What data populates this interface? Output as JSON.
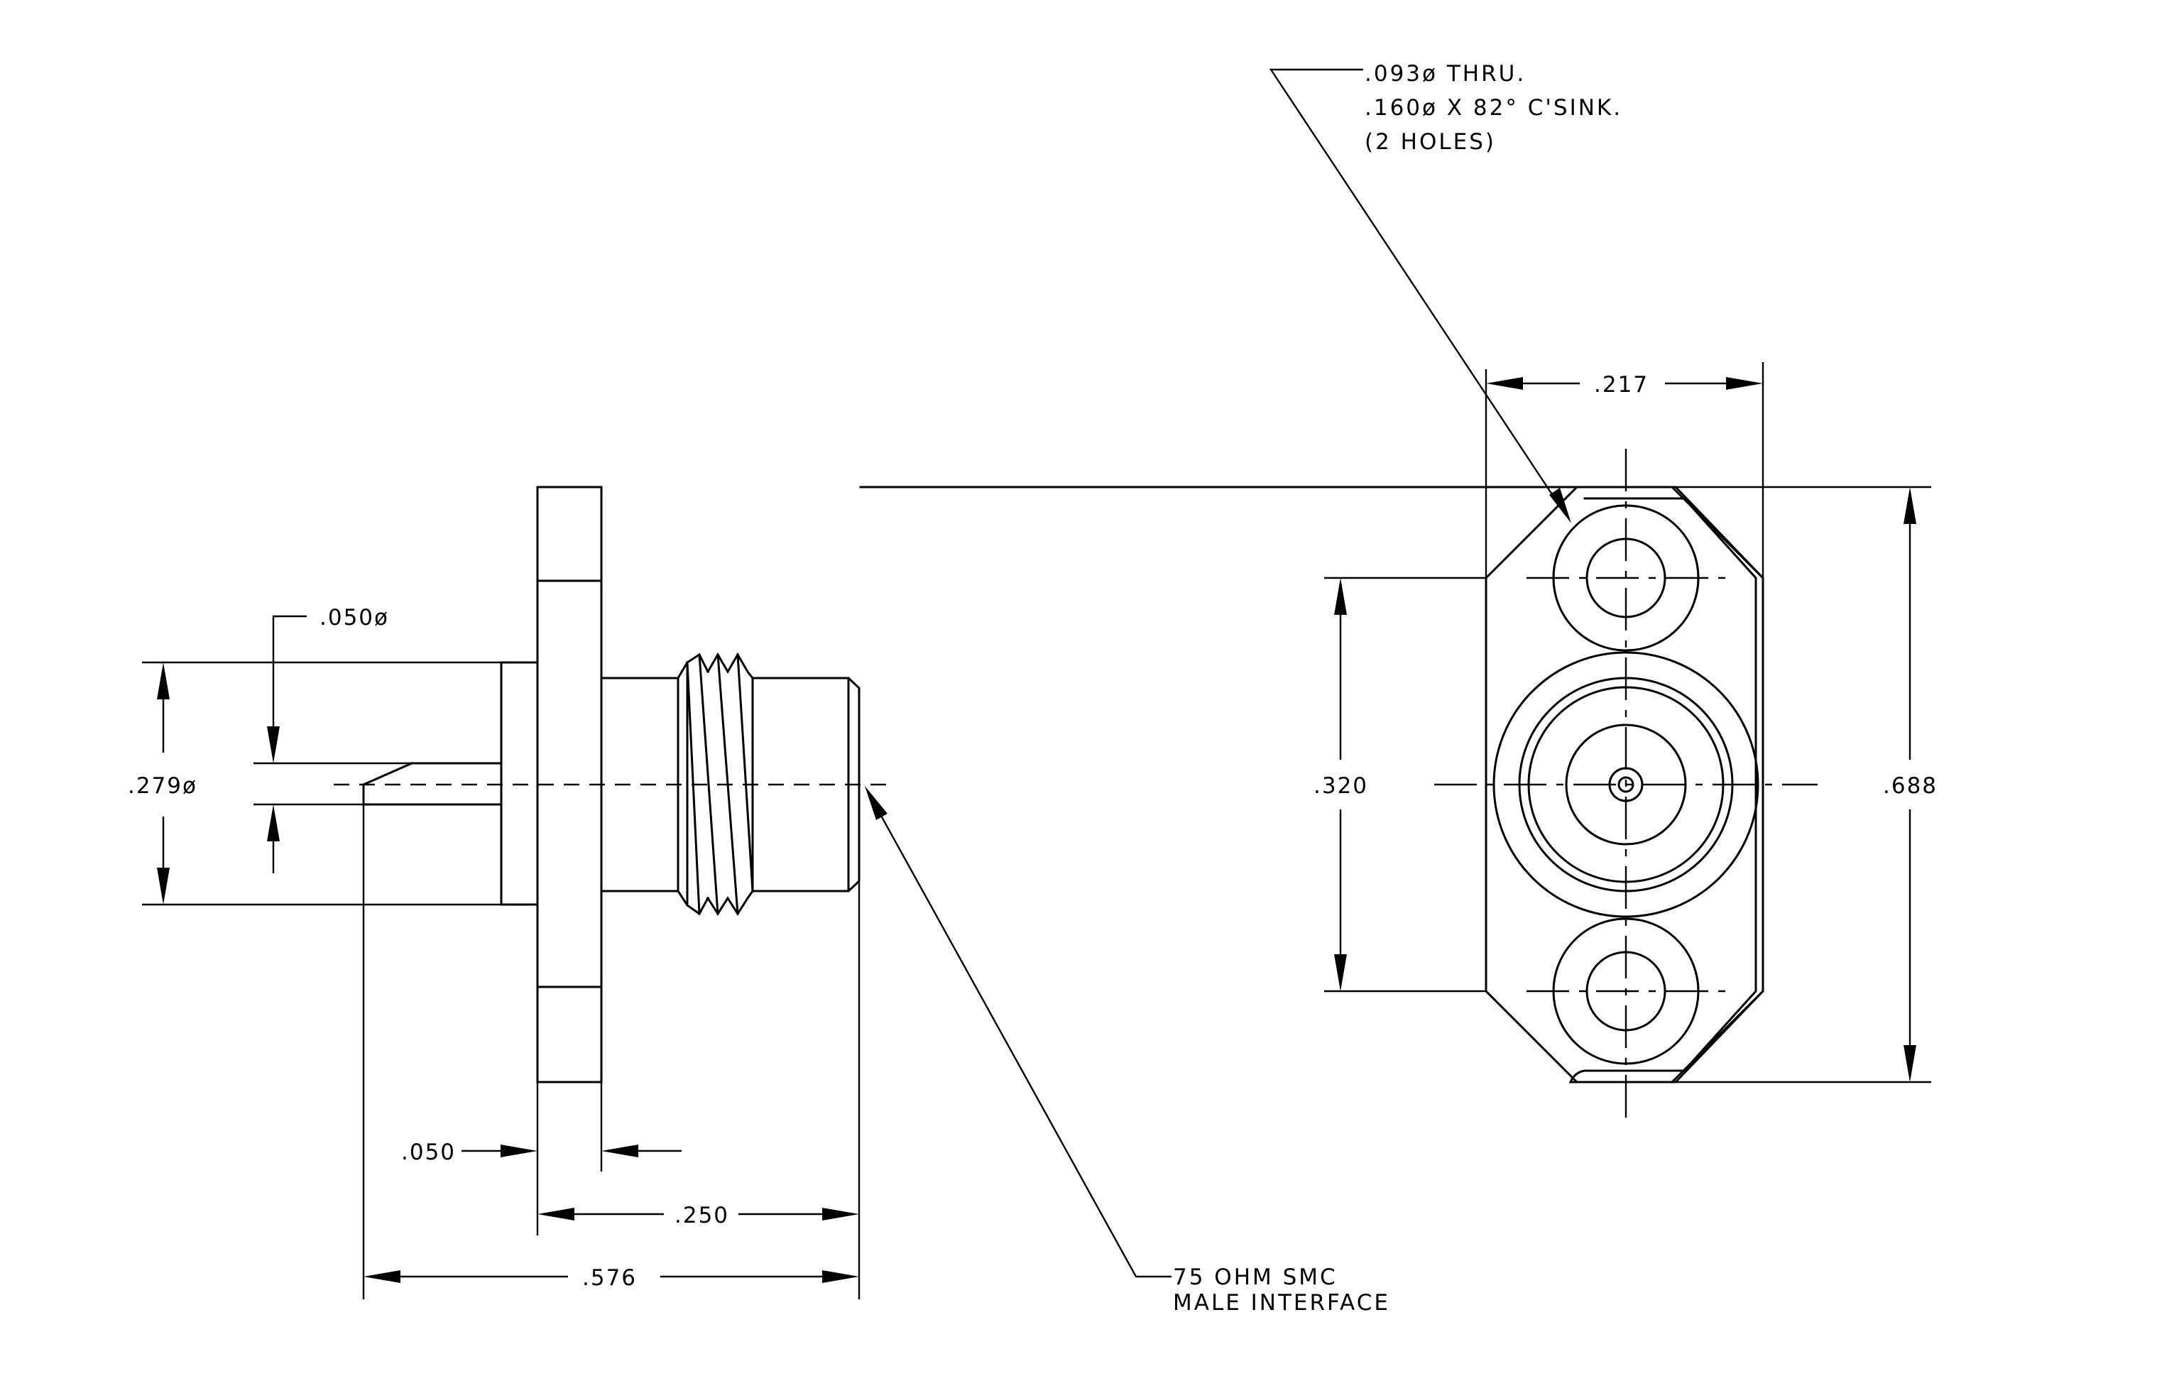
{
  "side_view": {
    "dimensions": {
      "pin_diameter": ".050ø",
      "body_diameter": ".279ø",
      "flange_thickness": ".050",
      "interface_length": ".250",
      "overall_length": ".576"
    },
    "callout": {
      "line1": "75 OHM SMC",
      "line2": "MALE INTERFACE"
    }
  },
  "front_view": {
    "dimensions": {
      "flange_width": ".217",
      "hole_spacing": ".320",
      "flange_height": ".688"
    },
    "callout": {
      "line1": ".093ø THRU.",
      "line2": ".160ø X 82° C'SINK.",
      "line3": "(2 HOLES)"
    }
  }
}
